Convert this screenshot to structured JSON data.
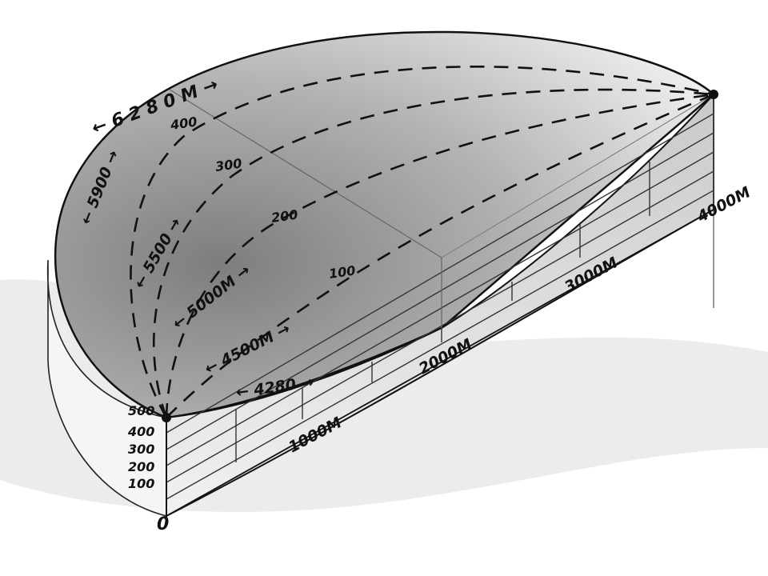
{
  "diagram": {
    "max_route_label": "← 6 2 8 0   M →",
    "routes": [
      {
        "label": "← 5900 →"
      },
      {
        "label": "← 5500 →"
      },
      {
        "label": "← 5000M →"
      },
      {
        "label": "← 4500M →"
      },
      {
        "label": "← 4280 →"
      }
    ],
    "height_marks_along_axis": [
      "400",
      "300",
      "200",
      "100"
    ],
    "height_scale": [
      "500",
      "400",
      "300",
      "200",
      "100",
      "0"
    ],
    "distance_marks": [
      "1000M",
      "2000M",
      "3000M",
      "4000M"
    ],
    "colors": {
      "ink": "#111111",
      "shade": "#9a9a9a",
      "paper": "#ffffff"
    }
  }
}
